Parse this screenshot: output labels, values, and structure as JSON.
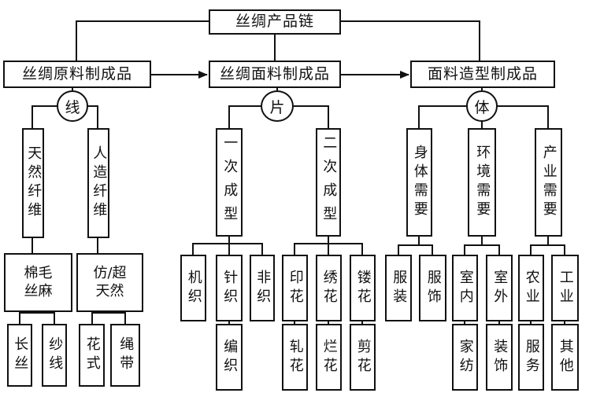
{
  "title": "丝绸产品链",
  "stages": [
    {
      "label": "丝绸原料制成品",
      "marker": "线"
    },
    {
      "label": "丝绸面料制成品",
      "marker": "片"
    },
    {
      "label": "面料造型制成品",
      "marker": "体"
    }
  ],
  "stage1": {
    "tianran": "天然纤维",
    "renzao": "人造纤维",
    "mianmao": "棉毛丝麻",
    "fangchao": "仿/超天然",
    "changsi": "长丝",
    "shaxian": "纱线",
    "huashi": "花式",
    "shengdai": "绳带"
  },
  "stage2": {
    "yici": "一次成型",
    "erci": "二次成型",
    "jizhi": "机织",
    "zhenzhi": "针织",
    "feizhi": "非织",
    "bianzhi": "编织",
    "yinhua": "印花",
    "xiuhua": "绣花",
    "louhua": "镂花",
    "zhahua": "轧花",
    "lanhua": "烂花",
    "jianhua": "剪花"
  },
  "stage3": {
    "shenti": "身体需要",
    "huanjing": "环境需要",
    "chanye": "产业需要",
    "fuzhuang": "服装",
    "fushi": "服饰",
    "shinei": "室内",
    "shiwai": "室外",
    "nongye": "农业",
    "gongye": "工业",
    "jiafang": "家纺",
    "zhuangshi": "装饰",
    "fuwu": "服务",
    "qita": "其他"
  }
}
